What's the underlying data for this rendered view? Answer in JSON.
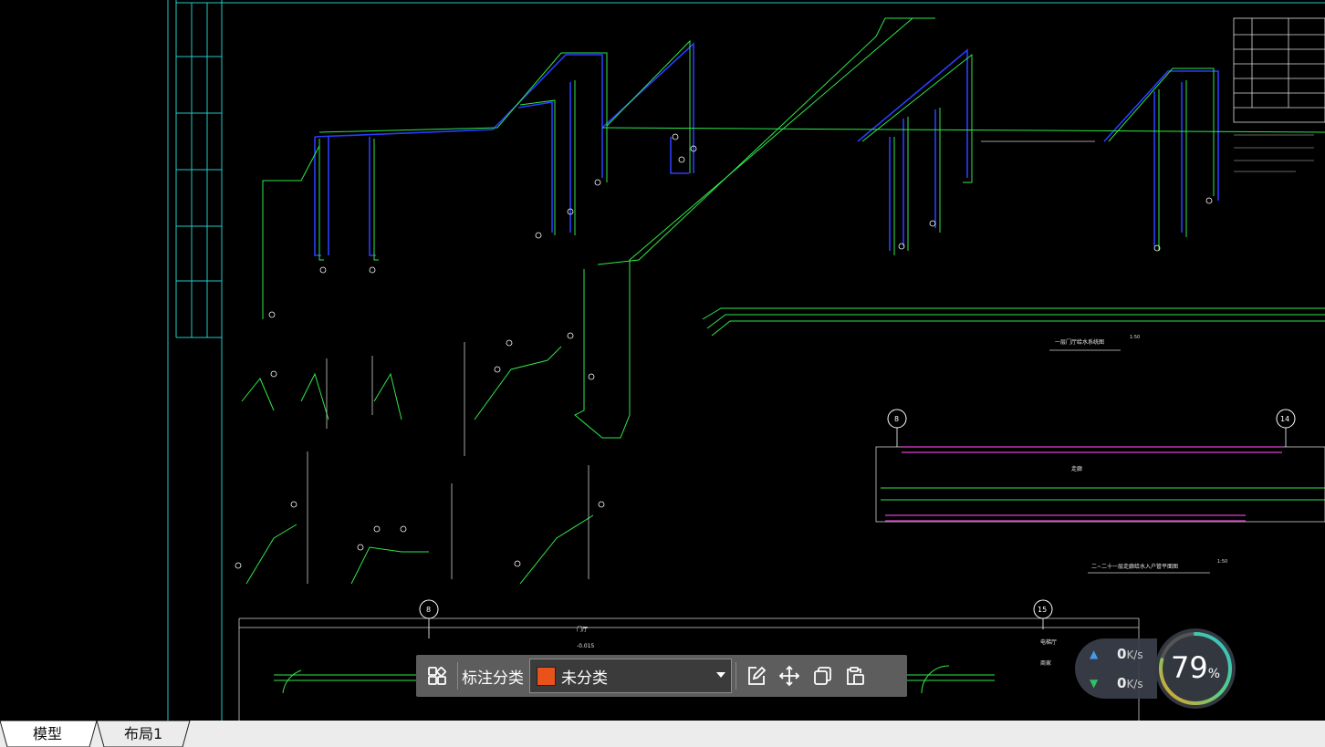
{
  "tabs": [
    {
      "label": "模型",
      "active": true
    },
    {
      "label": "布局1",
      "active": false
    }
  ],
  "toolbar": {
    "category_label": "标注分类",
    "category_value": "未分类",
    "swatch_color": "#e8531c",
    "icons": [
      "grid-icon",
      "edit-icon",
      "move-icon",
      "copy-icon",
      "paste-icon"
    ]
  },
  "speed": {
    "upload_value": "0",
    "upload_unit": "K/s",
    "download_value": "0",
    "download_unit": "K/s"
  },
  "gauge": {
    "value": "79",
    "unit": "%",
    "fraction": 0.79
  },
  "drawing": {
    "title_first_floor": "一层门厅给水系统图",
    "scale_first": "1:50",
    "title_floors": "二~二十一层走廊给水入户管平面图",
    "scale_floors": "1:50",
    "corridor": "走廊",
    "gate_hall": "门厅",
    "elevator_hall": "电梯厅",
    "shop": "商家",
    "level_mark": "-0.015",
    "grid_8": "8",
    "grid_14": "14",
    "grid_15": "15"
  }
}
